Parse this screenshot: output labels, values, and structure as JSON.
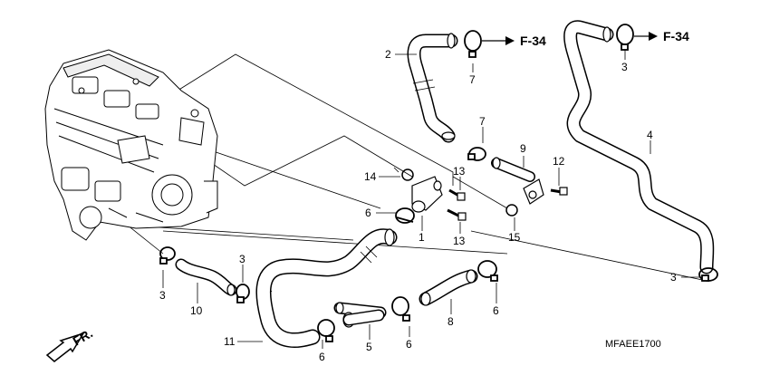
{
  "diagram": {
    "code": "MFAEE1700",
    "direction_label": "FR.",
    "ref_labels": [
      "F-34",
      "F-34"
    ],
    "callouts": [
      "2",
      "7",
      "3",
      "4",
      "7",
      "9",
      "12",
      "14",
      "13",
      "6",
      "1",
      "13",
      "15",
      "3",
      "10",
      "3",
      "11",
      "6",
      "5",
      "6",
      "8",
      "6",
      "3"
    ],
    "icons": [
      "engine-block",
      "hose",
      "hose-clamp",
      "bolt",
      "o-ring",
      "arrow-icon"
    ]
  }
}
